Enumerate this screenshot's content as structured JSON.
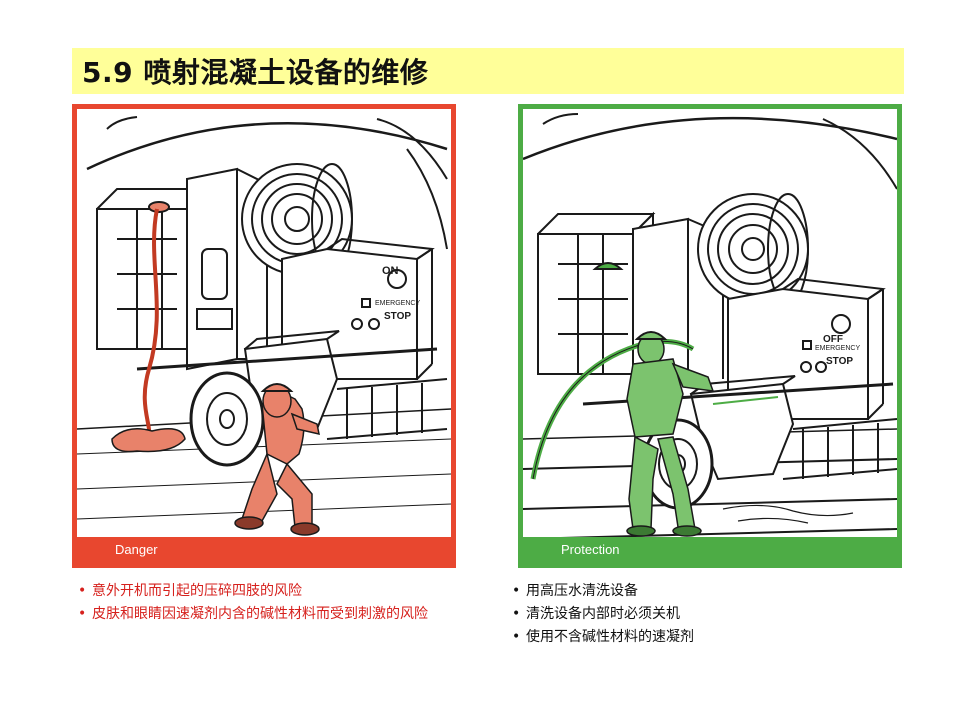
{
  "title": "5.9 喷射混凝土设备的维修",
  "colors": {
    "title_bg": "#ffff99",
    "danger": "#e8472f",
    "protection": "#4dac45",
    "danger_text": "#d6211d"
  },
  "panels": [
    {
      "id": "danger",
      "caption": "Danger",
      "machine_labels": {
        "switch": "ON",
        "emergency": "EMERGENCY",
        "stop": "STOP"
      },
      "bullets": [
        "意外开机而引起的压碎四肢的风险",
        "皮肤和眼睛因速凝剂内含的碱性材料而受到刺激的风险"
      ]
    },
    {
      "id": "protection",
      "caption": "Protection",
      "machine_labels": {
        "switch": "OFF",
        "emergency": "EMERGENCY",
        "stop": "STOP"
      },
      "bullets": [
        "用高压水清洗设备",
        "清洗设备内部时必须关机",
        "使用不含碱性材料的速凝剂"
      ]
    }
  ]
}
